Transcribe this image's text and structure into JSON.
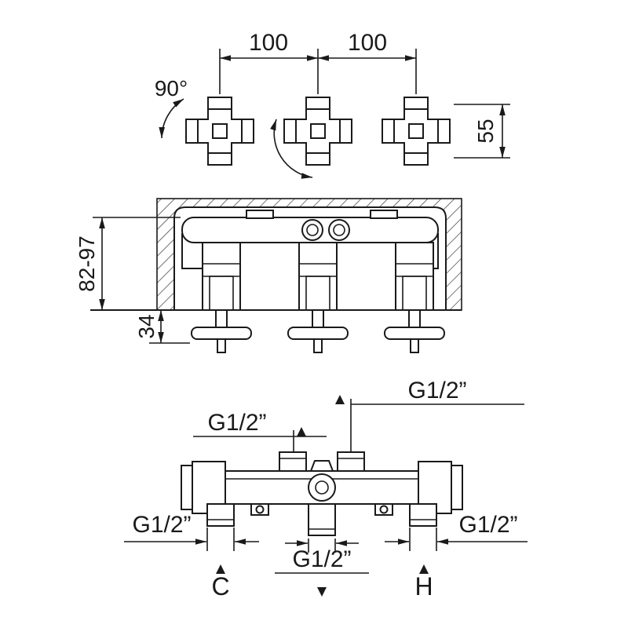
{
  "drawing": {
    "top_view": {
      "dim_100_left": "100",
      "dim_100_right": "100",
      "angle_90": "90°",
      "dim_55": "55"
    },
    "section_view": {
      "dim_depth_range": "82-97",
      "dim_protrusion": "34"
    },
    "front_view": {
      "thread_top_right": "G1/2”",
      "thread_mid_left": "G1/2”",
      "thread_bottom_left": "G1/2”",
      "thread_bottom_center": "G1/2”",
      "thread_bottom_right": "G1/2”",
      "cold_label": "C",
      "hot_label": "H"
    },
    "colors": {
      "line": "#1a1a1a",
      "background": "#ffffff"
    }
  }
}
